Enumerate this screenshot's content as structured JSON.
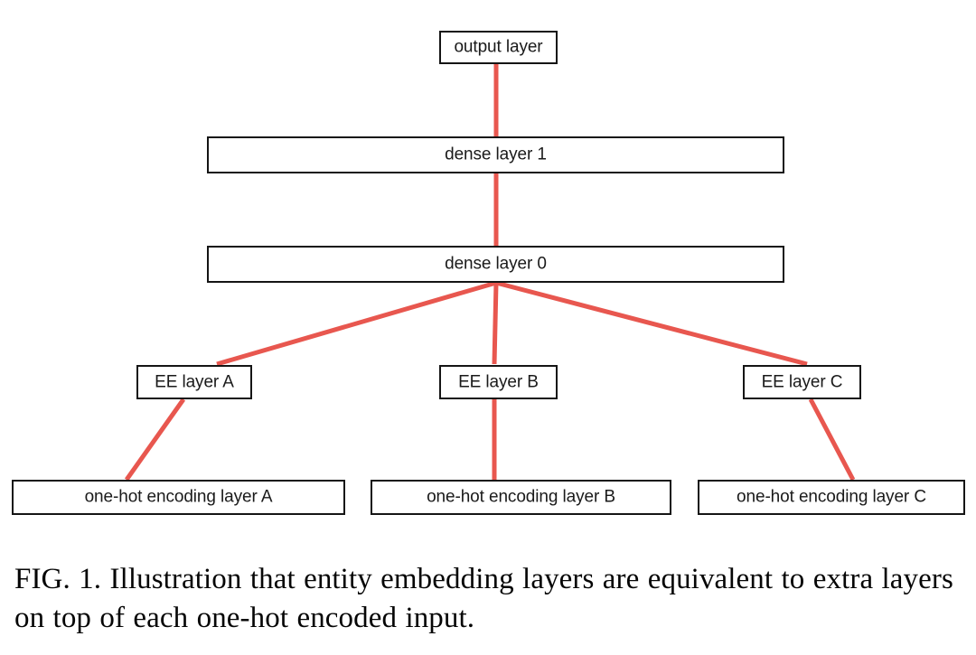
{
  "figure": {
    "background_color": "#ffffff",
    "box_border_color": "#151515",
    "connector_color": "#e8574f",
    "label_color": "#1a1a1a"
  },
  "nodes": {
    "output_layer": "output layer",
    "dense_layer_1": "dense layer 1",
    "dense_layer_0": "dense layer 0",
    "ee_layer_a": "EE layer A",
    "ee_layer_b": "EE layer B",
    "ee_layer_c": "EE layer C",
    "onehot_layer_a": "one-hot encoding layer A",
    "onehot_layer_b": "one-hot encoding layer B",
    "onehot_layer_c": "one-hot encoding layer C"
  },
  "caption": {
    "text": "FIG. 1. Illustration that entity embedding layers are equivalent to extra layers on top of each one-hot encoded input."
  },
  "chart_data": {
    "type": "diagram",
    "title": "Illustration that entity embedding layers are equivalent to extra layers on top of each one-hot encoded input.",
    "layout": "bottom-up neural network stack, 5 levels",
    "levels": [
      {
        "level": 4,
        "nodes": [
          "output layer"
        ]
      },
      {
        "level": 3,
        "nodes": [
          "dense layer 1"
        ]
      },
      {
        "level": 2,
        "nodes": [
          "dense layer 0"
        ]
      },
      {
        "level": 1,
        "nodes": [
          "EE layer A",
          "EE layer B",
          "EE layer C"
        ]
      },
      {
        "level": 0,
        "nodes": [
          "one-hot encoding layer A",
          "one-hot encoding layer B",
          "one-hot encoding layer C"
        ]
      }
    ],
    "edges": [
      {
        "from": "dense layer 1",
        "to": "output layer"
      },
      {
        "from": "dense layer 0",
        "to": "dense layer 1"
      },
      {
        "from": "EE layer A",
        "to": "dense layer 0"
      },
      {
        "from": "EE layer B",
        "to": "dense layer 0"
      },
      {
        "from": "EE layer C",
        "to": "dense layer 0"
      },
      {
        "from": "one-hot encoding layer A",
        "to": "EE layer A"
      },
      {
        "from": "one-hot encoding layer B",
        "to": "EE layer B"
      },
      {
        "from": "one-hot encoding layer C",
        "to": "EE layer C"
      }
    ],
    "edge_color": "#e8574f",
    "node_border_color": "#151515",
    "node_fill": "#ffffff"
  }
}
